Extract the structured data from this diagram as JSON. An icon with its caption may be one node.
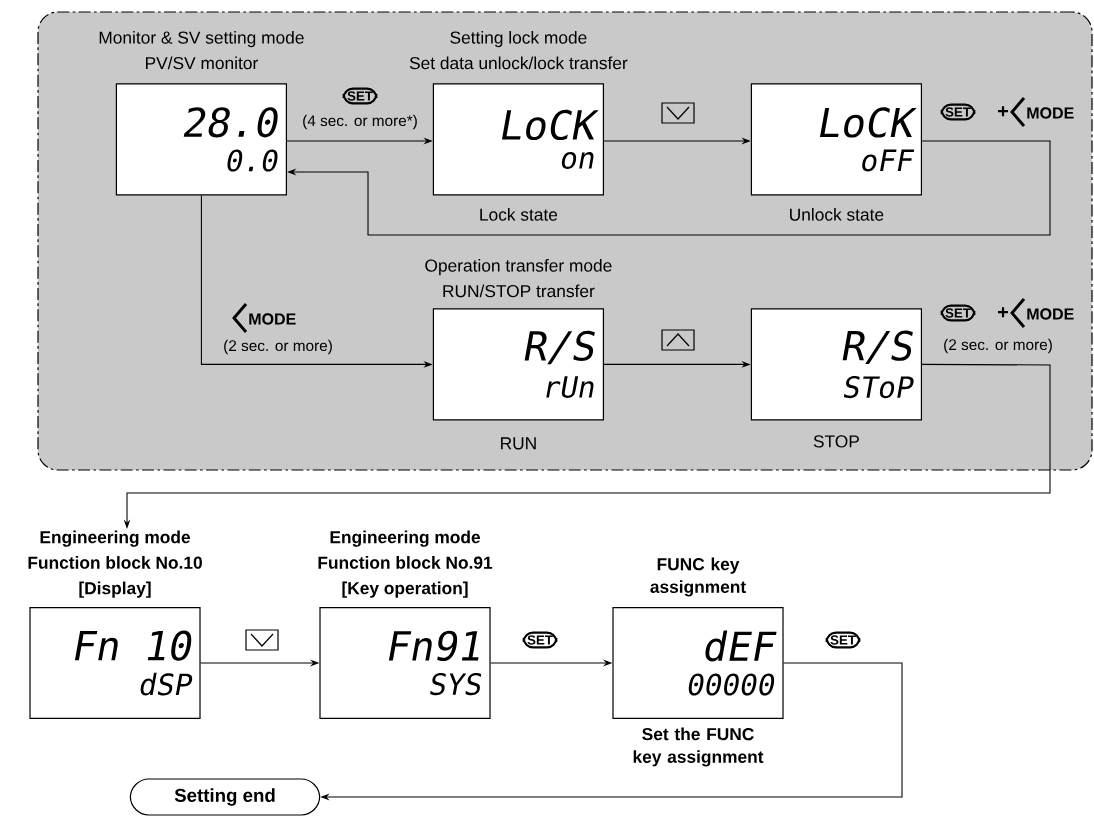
{
  "diagram": {
    "nodes": [
      {
        "text": [],
        "shape": "box"
      },
      {
        "text": [
          "Monitor & SV setting mode",
          "PV/SV monitor",
          "28.0",
          "0.0"
        ],
        "in": 0
      },
      {
        "text": [
          "Setting lock mode",
          "Set data unlock/lock transfer",
          "LoCK",
          "on"
        ],
        "beside": [
          "Lock state"
        ],
        "in": 0
      },
      {
        "text": [
          "LoCK",
          "oFF"
        ],
        "beside": [
          "Unlock state"
        ],
        "in": 0
      },
      {
        "text": [
          "Operation transfer mode",
          "RUN/STOP transfer",
          "R/S",
          "rUn"
        ],
        "beside": [
          "RUN"
        ],
        "in": 0
      },
      {
        "text": [
          "R/S",
          "SToP"
        ],
        "beside": [
          "STOP"
        ],
        "in": 0
      },
      {
        "text": [
          "Engineering mode",
          "Function block No.10",
          "[Display]",
          "Fn 10",
          "dSP"
        ]
      },
      {
        "text": [
          "Engineering mode",
          "Function block No.91",
          "[Key operation]",
          "Fn91",
          "SYS"
        ]
      },
      {
        "text": [
          "FUNC key assignment",
          "dEF",
          "00000"
        ],
        "beside": [
          "Set the FUNC key assignment"
        ]
      },
      {
        "text": [
          "Setting end"
        ]
      }
    ],
    "edges": [
      {
        "from": 1,
        "to": 2,
        "arrow": "to",
        "label": "(4 sec. or more*)"
      },
      {
        "from": 2,
        "to": 3,
        "arrow": "to"
      },
      {
        "from": 3,
        "to": 1,
        "arrow": "to"
      },
      {
        "from": 1,
        "to": 4,
        "arrow": "to",
        "label": "(2 sec. or more)"
      },
      {
        "from": 4,
        "to": 5,
        "arrow": "to"
      },
      {
        "from": 5,
        "to": 6,
        "arrow": "to",
        "label": "(2 sec. or more)"
      },
      {
        "from": 6,
        "to": 7,
        "arrow": "to"
      },
      {
        "from": 7,
        "to": 8,
        "arrow": "to"
      },
      {
        "from": 8,
        "to": 9,
        "arrow": "to"
      }
    ],
    "labels": [
      "SET",
      "SET",
      "+",
      "MODE",
      "MODE",
      "SET",
      "+",
      "MODE",
      "SET",
      "SET"
    ]
  }
}
